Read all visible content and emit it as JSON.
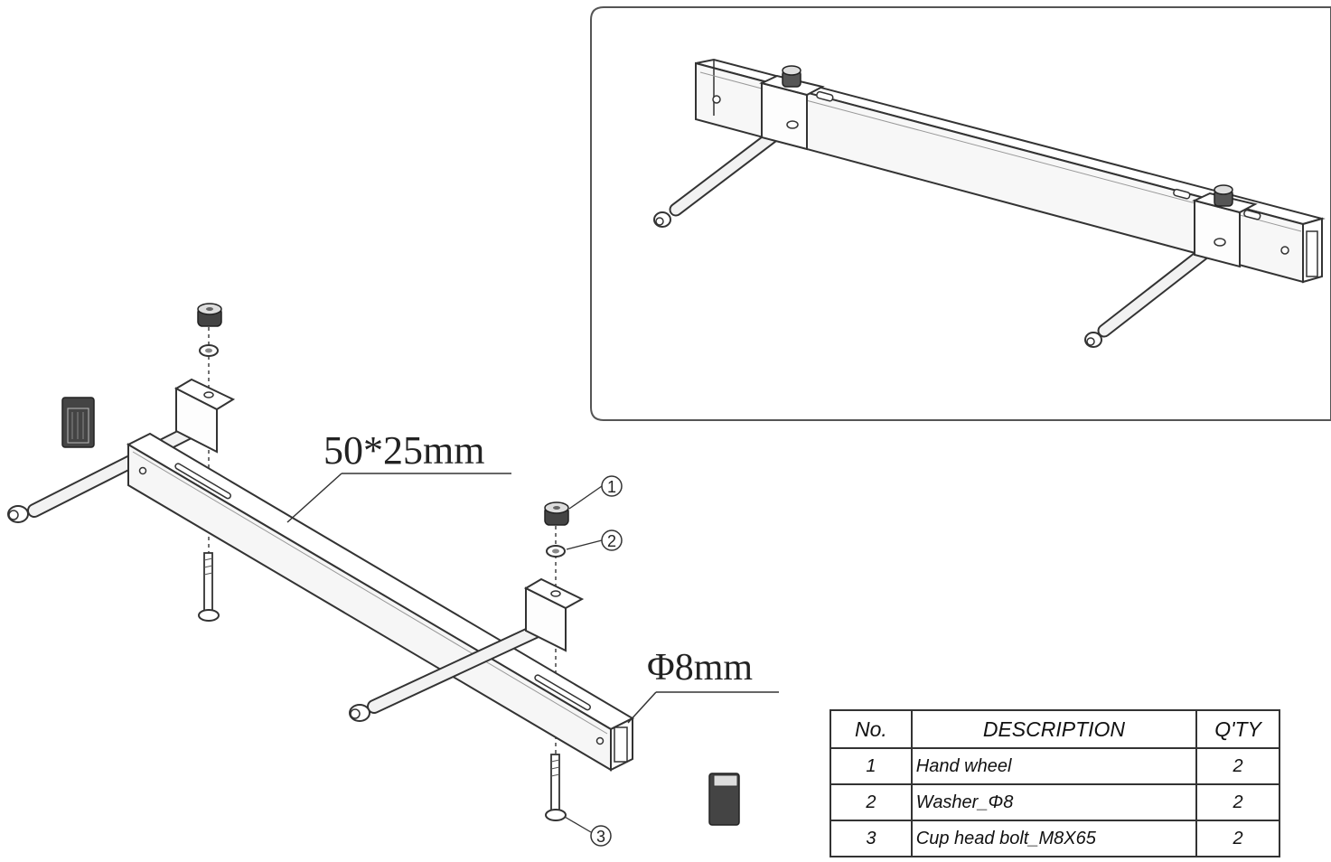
{
  "dimensions": {
    "tube_size": "50*25mm",
    "rod_diameter": "Φ8mm"
  },
  "callouts": [
    "1",
    "2",
    "3"
  ],
  "parts_table": {
    "headers": {
      "no": "No.",
      "description": "DESCRIPTION",
      "qty": "Q'TY"
    },
    "rows": [
      {
        "no": "1",
        "description": "Hand wheel",
        "qty": "2"
      },
      {
        "no": "2",
        "description": "Washer_Φ8",
        "qty": "2"
      },
      {
        "no": "3",
        "description": "Cup head bolt_M8X65",
        "qty": "2"
      }
    ]
  },
  "colors": {
    "line": "#333333",
    "frame": "#555555",
    "background": "#ffffff"
  }
}
